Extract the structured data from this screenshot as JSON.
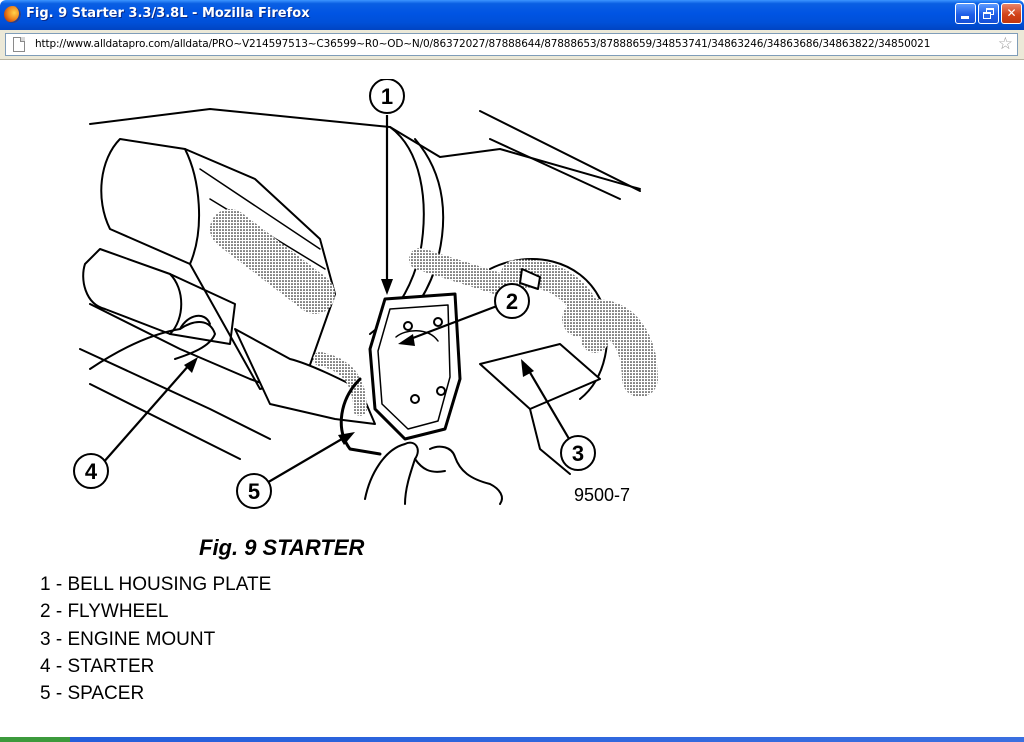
{
  "window": {
    "title": "Fig. 9 Starter 3.3/3.8L - Mozilla Firefox",
    "controls": {
      "minimize_icon": "minimize-icon",
      "maximize_icon": "restore-icon",
      "close_label": "✕"
    }
  },
  "address_bar": {
    "url": "http://www.alldatapro.com/alldata/PRO~V214597513~C36599~R0~OD~N/0/86372027/87888644/87888653/87888659/34853741/34863246/34863686/34863822/34850021",
    "page_icon": "page-icon",
    "bookmark_icon": "star-icon",
    "bookmark_glyph": "☆"
  },
  "figure": {
    "callouts": [
      "1",
      "2",
      "3",
      "4",
      "5"
    ],
    "code": "9500-7",
    "caption": "Fig. 9 STARTER"
  },
  "legend": [
    "1 - BELL HOUSING PLATE",
    "2 - FLYWHEEL",
    "3 - ENGINE MOUNT",
    "4 - STARTER",
    "5 - SPACER"
  ],
  "colors": {
    "titlebar": "#0054e3",
    "chrome": "#ece9d8",
    "close_button": "#d2431a"
  }
}
